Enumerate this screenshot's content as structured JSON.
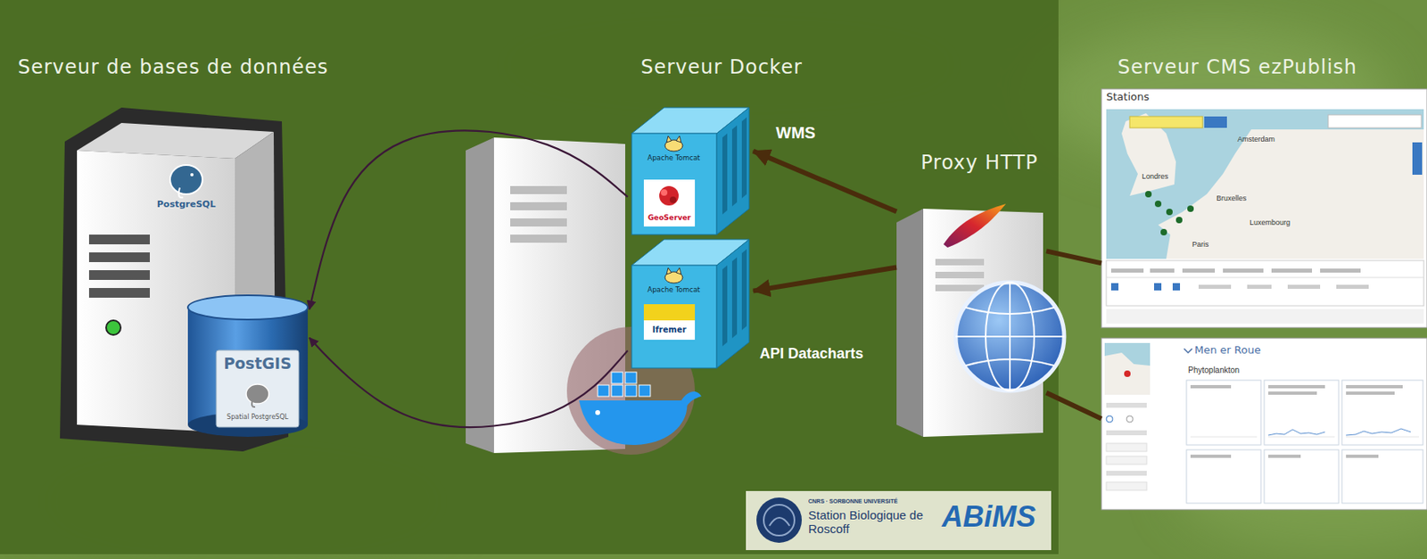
{
  "diagram": {
    "nodes": [
      {
        "text": [
          "Serveur de bases de données"
        ]
      },
      {
        "text": [
          "PostgreSQL"
        ],
        "in": 0
      },
      {
        "text": [
          "PostGIS",
          "Spatial PostgreSQL"
        ],
        "in": 0
      },
      {
        "text": [
          "Serveur Docker"
        ]
      },
      {
        "text": [
          "Apache Tomcat",
          "GeoServer"
        ],
        "in": 3
      },
      {
        "text": [
          "Apache Tomcat",
          "Ifremer"
        ],
        "in": 3
      },
      {
        "text": [
          "Proxy HTTP"
        ]
      },
      {
        "text": [
          "Serveur CMS ezPublish"
        ]
      },
      {
        "text": [
          "Stations"
        ],
        "in": 7
      },
      {
        "text": [
          "Men er Roue"
        ],
        "in": 7
      }
    ],
    "edges": [
      {
        "from": 6,
        "to": 4,
        "label": "WMS",
        "arrow": "to"
      },
      {
        "from": 6,
        "to": 5,
        "label": "API Datacharts",
        "arrow": "to"
      },
      {
        "from": 4,
        "to": 2,
        "arrow": "to"
      },
      {
        "from": 5,
        "to": 2,
        "arrow": "to"
      },
      {
        "from": 8,
        "to": 6,
        "arrow": "none"
      },
      {
        "from": 9,
        "to": 6,
        "arrow": "none"
      }
    ],
    "labels": [
      "Londres",
      "Amsterdam",
      "Bruxelles",
      "Luxembourg",
      "Paris",
      "Phytoplankton",
      "CNRS · SORBONNE UNIVERSITÉ",
      "Station Biologique de Roscoff",
      "ABiMS"
    ]
  }
}
